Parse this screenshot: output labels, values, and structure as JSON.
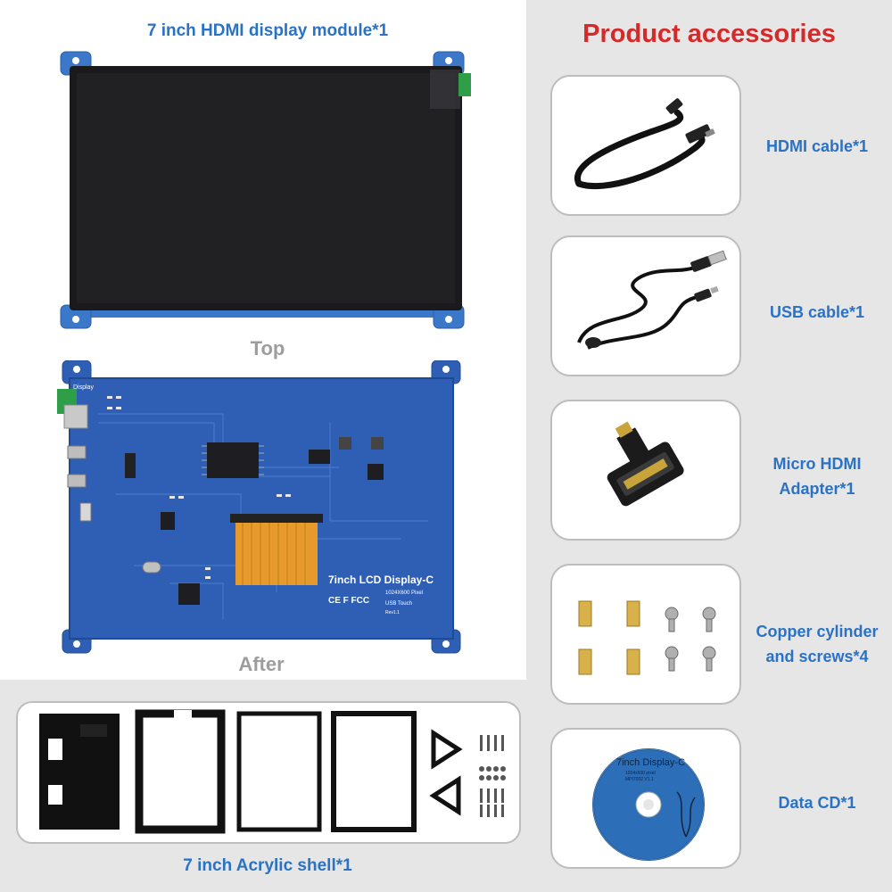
{
  "module_title": "7 inch HDMI display module*1",
  "accessories_title": "Product accessories",
  "top_caption": "Top",
  "after_caption": "After",
  "pcb_text": {
    "display_label": "Display",
    "model": "7inch LCD Display-C",
    "resolution": "1024X600 Pixel",
    "usb_touch": "USB Touch",
    "rev": "Rev1.1",
    "marks": "CE F FCC"
  },
  "accessories": [
    {
      "label": "HDMI cable*1",
      "icon": "hdmi-cable"
    },
    {
      "label": "USB cable*1",
      "icon": "usb-cable"
    },
    {
      "label": "Micro HDMI Adapter*1",
      "icon": "micro-hdmi-adapter"
    },
    {
      "label": "Copper cylinder and screws*4",
      "icon": "copper-standoffs-screws"
    },
    {
      "label": "Data CD*1",
      "icon": "data-cd"
    }
  ],
  "cd_text": {
    "title": "7inch Display-C",
    "line1": "1024x600 pixel",
    "line2": "MPI7002 V1.1"
  },
  "shell_title": "7 inch Acrylic shell*1",
  "colors": {
    "accent_blue": "#2a72c4",
    "accent_red": "#d42a2a",
    "pcb_blue": "#2f5fb5",
    "panel_grey": "#e6e6e6"
  }
}
